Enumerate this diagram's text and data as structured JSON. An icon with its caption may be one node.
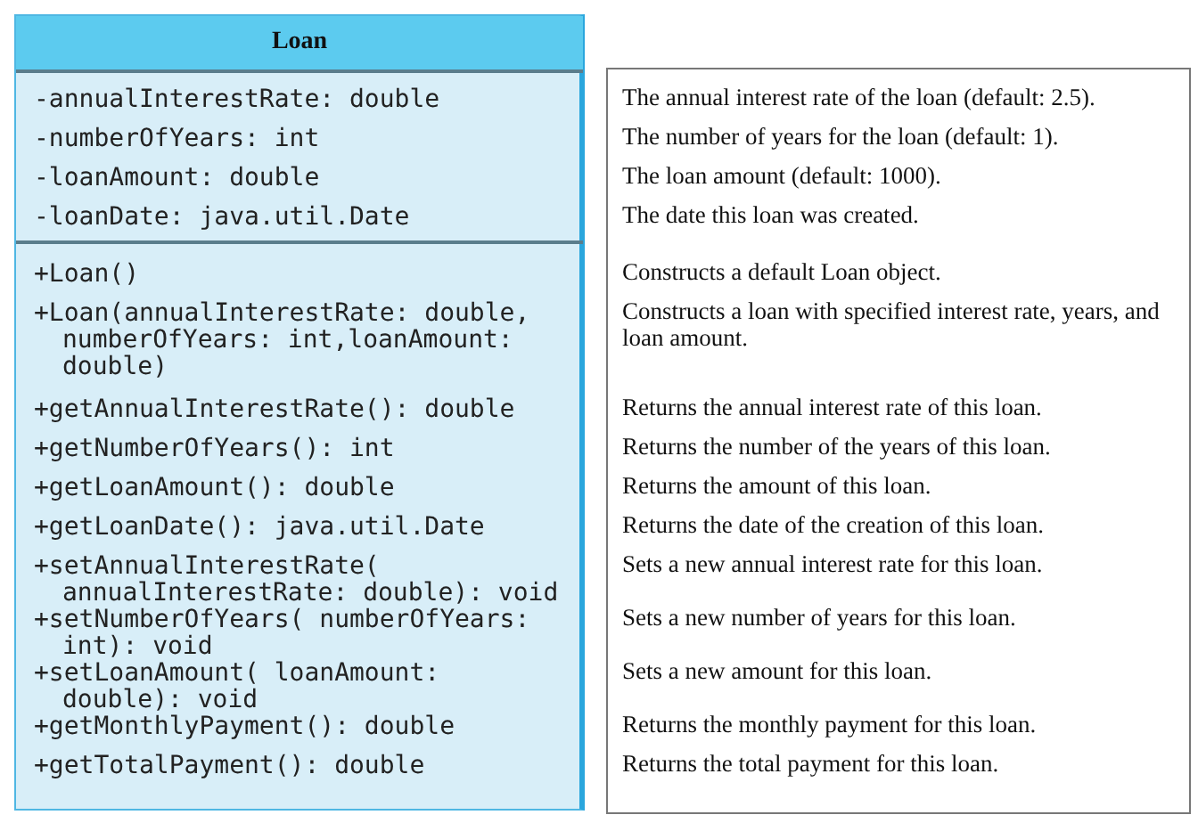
{
  "diagram": {
    "nodes": [
      {
        "text": [
          "Loan"
        ]
      },
      {
        "text": [
          "-annualInterestRate: double",
          "-numberOfYears: int",
          "-loanAmount: double",
          "-loanDate: java.util.Date"
        ],
        "in": 0
      },
      {
        "text": [
          "+Loan()",
          "+Loan(annualInterestRate: double, numberOfYears: int,loanAmount: double)",
          "+getAnnualInterestRate(): double",
          "+getNumberOfYears(): int",
          "+getLoanAmount(): double",
          "+getLoanDate(): java.util.Date",
          "+setAnnualInterestRate( annualInterestRate: double): void",
          "+setNumberOfYears( numberOfYears: int): void",
          "+setLoanAmount( loanAmount: double): void",
          "+getMonthlyPayment(): double",
          "+getTotalPayment(): double"
        ],
        "in": 0
      },
      {
        "text": [
          "The annual interest rate of the loan (default: 2.5).",
          "The number of years for the loan (default: 1).",
          "The loan amount (default: 1000).",
          "The date this loan was created.",
          "Constructs a default Loan object.",
          "Constructs a loan with specified interest rate, years, and loan amount.",
          "Returns the annual interest rate of this loan.",
          "Returns the number of the years of this loan.",
          "Returns the amount of this loan.",
          "Returns the date of the creation of this loan.",
          "Sets a new annual interest rate for this loan.",
          "Sets a new number of years for this loan.",
          "Sets a new amount for this loan.",
          "Returns the monthly payment for this loan.",
          "Returns the total payment for this loan."
        ]
      }
    ]
  }
}
